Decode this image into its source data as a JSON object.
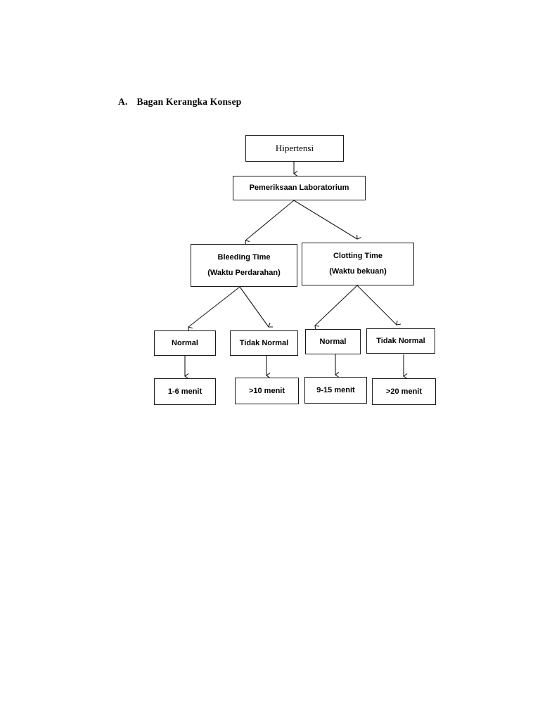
{
  "document": {
    "heading": {
      "index": "A.",
      "label": "Bagan Kerangka Konsep"
    }
  },
  "flowchart": {
    "nodes": {
      "hipertensi": {
        "label": "Hipertensi"
      },
      "pemeriksaan": {
        "label": "Pemeriksaan Laboratorium"
      },
      "bleeding_time": {
        "line1": "Bleeding Time",
        "line2": "(Waktu Perdarahan)"
      },
      "clotting_time": {
        "line1": "Clotting Time",
        "line2": "(Waktu bekuan)"
      },
      "bt_normal": {
        "label": "Normal"
      },
      "bt_tidak_normal": {
        "label": "Tidak Normal"
      },
      "ct_normal": {
        "label": "Normal"
      },
      "ct_tidak_normal": {
        "label": "Tidak Normal"
      },
      "bt_normal_value": {
        "label": "1-6 menit"
      },
      "bt_tidak_normal_value": {
        "label": ">10 menit"
      },
      "ct_normal_value": {
        "label": "9-15 menit"
      },
      "ct_tidak_normal_value": {
        "label": ">20 menit"
      }
    },
    "colors": {
      "stroke": "#1a1a1a",
      "background": "#ffffff",
      "text": "#000000"
    }
  }
}
